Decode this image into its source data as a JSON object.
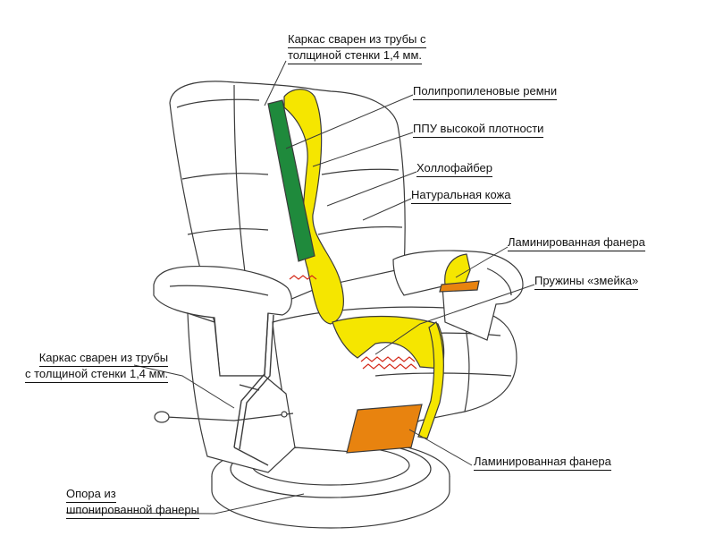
{
  "labels": {
    "frame_top_line1": "Каркас сварен из трубы с",
    "frame_top_line2": "толщиной стенки 1,4 мм.",
    "polypropylene_straps": "Полипропиленовые ремни",
    "ppu_foam": "ППУ высокой плотности",
    "hollofiber": "Холлофайбер",
    "natural_leather": "Натуральная кожа",
    "laminated_plywood_arm": "Ламинированная фанера",
    "zigzag_springs": "Пружины «змейка»",
    "frame_left_line1": "Каркас сварен из трубы",
    "frame_left_line2": "с толщиной стенки 1,4 мм.",
    "laminated_plywood_base": "Ламинированная фанера",
    "support_line1": "Опора из",
    "support_line2": "шпонированной фанеры"
  },
  "colors": {
    "outline": "#3a3a3a",
    "straps_green": "#1f8a3c",
    "foam_yellow": "#f5e600",
    "plywood_orange": "#e8830f",
    "spring_red": "#d42a1a"
  }
}
